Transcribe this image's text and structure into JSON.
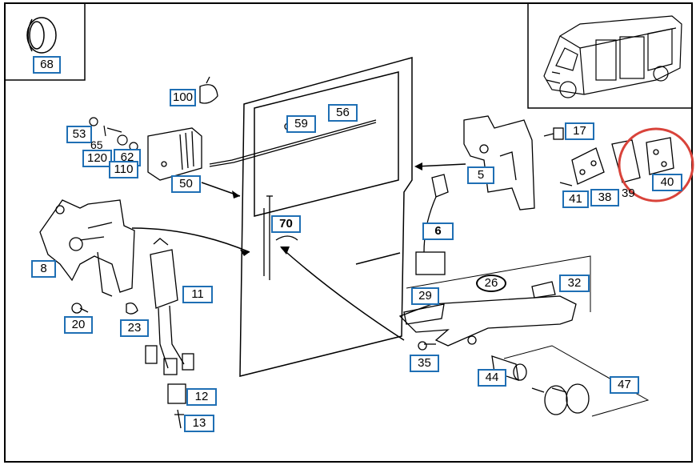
{
  "diagram": {
    "callouts": {
      "c68": "68",
      "c100": "100",
      "c59": "59",
      "c56": "56",
      "c53": "53",
      "c65": "65",
      "c120": "120",
      "c62": "62",
      "c110": "110",
      "c50": "50",
      "c17": "17",
      "c5": "5",
      "c41": "41",
      "c38": "38",
      "c39": "39",
      "c40": "40",
      "c6": "6",
      "c70": "70",
      "c8": "8",
      "c11": "11",
      "c20": "20",
      "c23": "23",
      "c12": "12",
      "c13": "13",
      "c29": "29",
      "c26": "26",
      "c32": "32",
      "c35": "35",
      "c44": "44",
      "c47": "47"
    },
    "colors": {
      "label_border": "#1f6fb4",
      "highlight_circle": "#d9433a",
      "line": "#000000"
    },
    "icons": [
      "van-inset-icon",
      "plug-cap-icon",
      "door-panel-icon",
      "lock-mechanism-icon",
      "handle-icon"
    ]
  }
}
